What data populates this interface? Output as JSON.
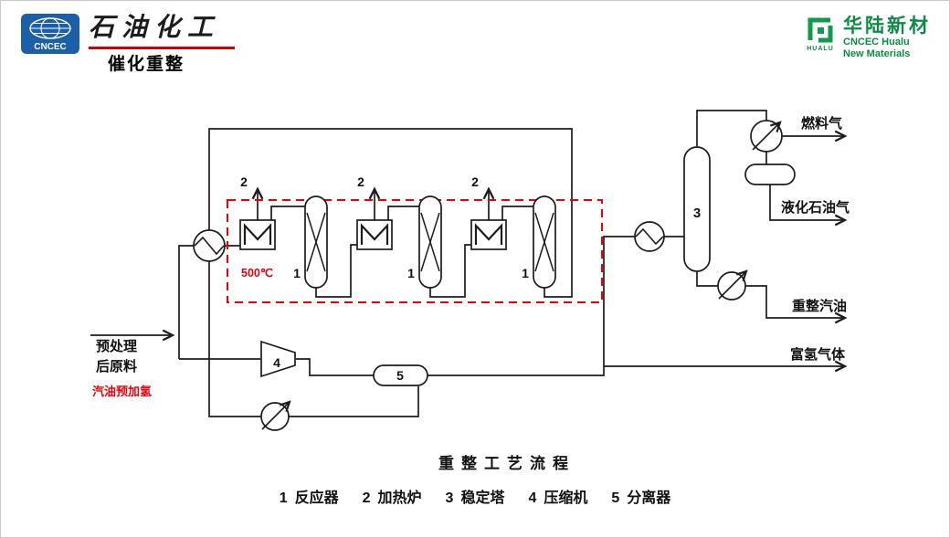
{
  "slide": {
    "title": "催化重整",
    "caption": "重整工艺流程"
  },
  "branding": {
    "cncec_acronym": "CNCEC",
    "left_brand": "石油化工",
    "right_name": "华陆新材",
    "right_line1": "CNCEC Hualu",
    "right_line2": "New Materials",
    "right_icon_caption": "HUALU"
  },
  "colors": {
    "brand_blue": "#1a5fa8",
    "brand_green": "#0d8a44",
    "accent_red": "#e8000b",
    "underline_red": "#d10000",
    "line_black": "#1c1c1c"
  },
  "diagram": {
    "temperature": "500℃",
    "feed_line1": "预处理",
    "feed_line2": "后原料",
    "feed_note": "汽油预加氢",
    "streams": {
      "fuel_gas": "燃料气",
      "lpg": "液化石油气",
      "gasoline": "重整汽油",
      "hydrogen": "富氢气体"
    },
    "equipment_numbers": {
      "reactor": "1",
      "furnace": "2",
      "column": "3",
      "compressor": "4",
      "separator": "5"
    },
    "legend": [
      {
        "num": "1",
        "label": "反应器"
      },
      {
        "num": "2",
        "label": "加热炉"
      },
      {
        "num": "3",
        "label": "稳定塔"
      },
      {
        "num": "4",
        "label": "压缩机"
      },
      {
        "num": "5",
        "label": "分离器"
      }
    ]
  }
}
